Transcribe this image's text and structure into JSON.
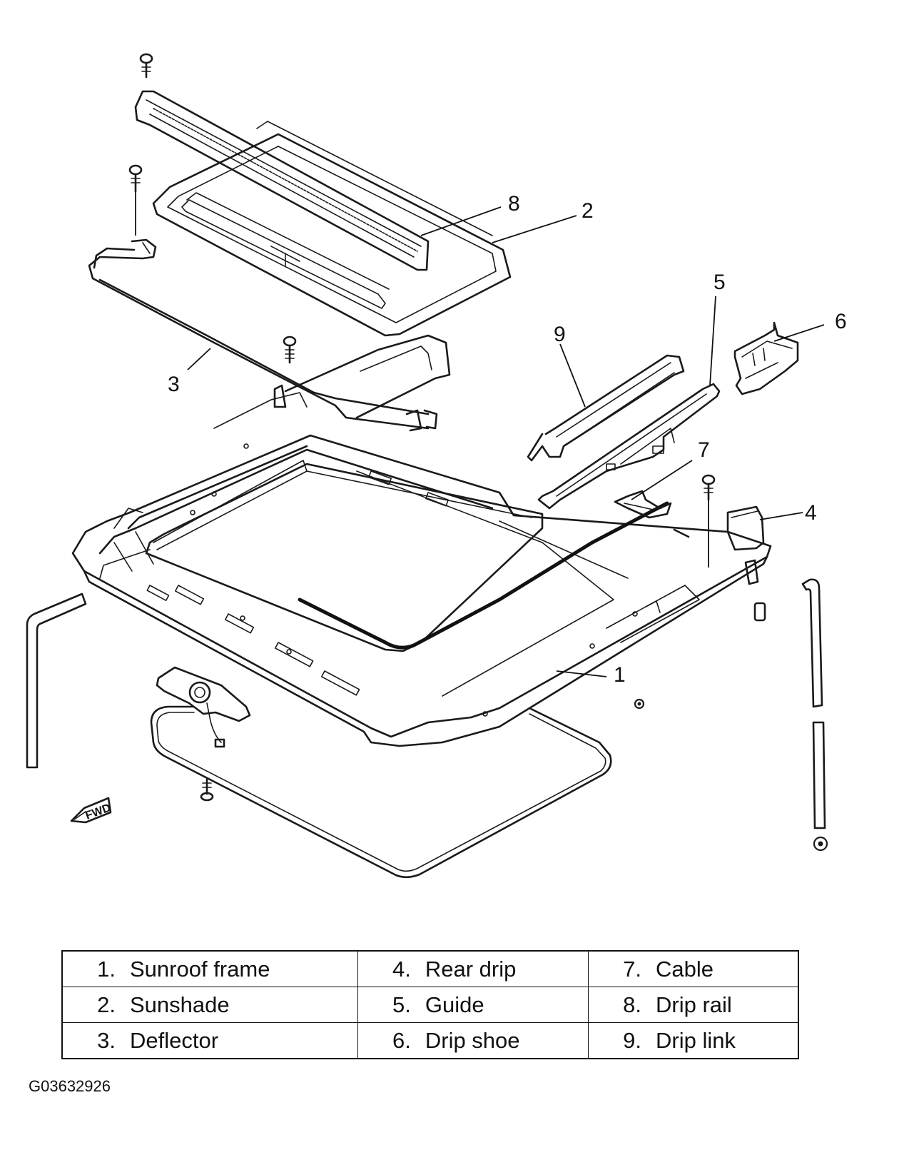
{
  "callouts": [
    "1",
    "2",
    "3",
    "4",
    "5",
    "6",
    "7",
    "8",
    "9"
  ],
  "fwd_marker": "FWD",
  "legend": {
    "rows": [
      [
        {
          "num": "1.",
          "name": "Sunroof frame"
        },
        {
          "num": "4.",
          "name": "Rear drip"
        },
        {
          "num": "7.",
          "name": "Cable"
        }
      ],
      [
        {
          "num": "2.",
          "name": "Sunshade"
        },
        {
          "num": "5.",
          "name": "Guide"
        },
        {
          "num": "8.",
          "name": "Drip rail"
        }
      ],
      [
        {
          "num": "3.",
          "name": "Deflector"
        },
        {
          "num": "6.",
          "name": "Drip shoe"
        },
        {
          "num": "9.",
          "name": "Drip link"
        }
      ]
    ]
  },
  "figure_code": "G03632926"
}
